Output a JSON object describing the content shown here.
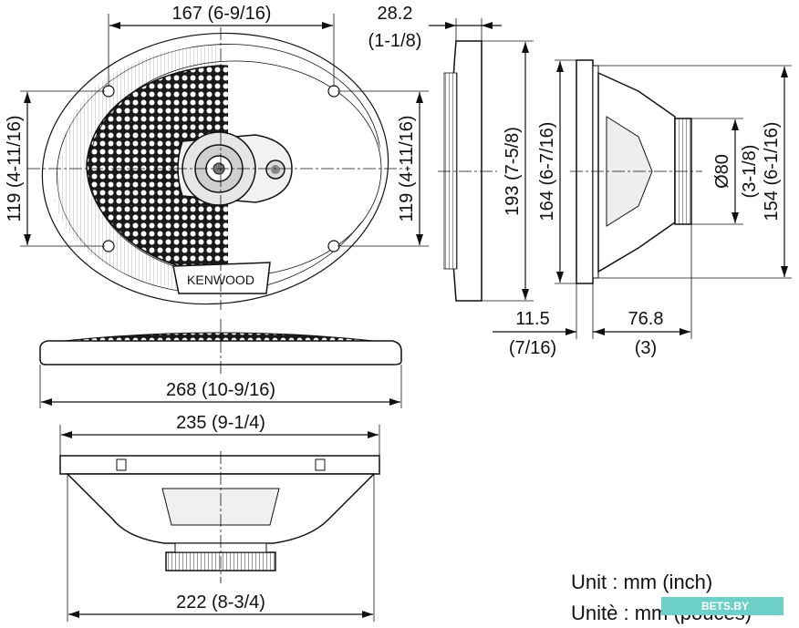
{
  "dimensions": {
    "top_width": "167 (6-9/16)",
    "depth_mm": "28.2",
    "depth_in": "(1-1/8)",
    "left_height": "119 (4-11/16)",
    "right_height": "119 (4-11/16)",
    "side_height": "193 (7-5/8)",
    "mount_height": "164 (6-7/16)",
    "magnet_dia": "Ø80",
    "magnet_dia_in": "(3-1/8)",
    "cutout_height": "154 (6-1/16)",
    "flange_mm": "11.5",
    "flange_in": "(7/16)",
    "mount_depth_mm": "76.8",
    "mount_depth_in": "(3)",
    "overall_width": "268 (10-9/16)",
    "mount_width": "235 (9-1/4)",
    "cutout_width": "222 (8-3/4)"
  },
  "brand": "KENWOOD",
  "unit_text": {
    "line1": "Unit : mm (inch)",
    "line2": "Unitè : mm (pouces)"
  },
  "watermark": "BETS.BY"
}
